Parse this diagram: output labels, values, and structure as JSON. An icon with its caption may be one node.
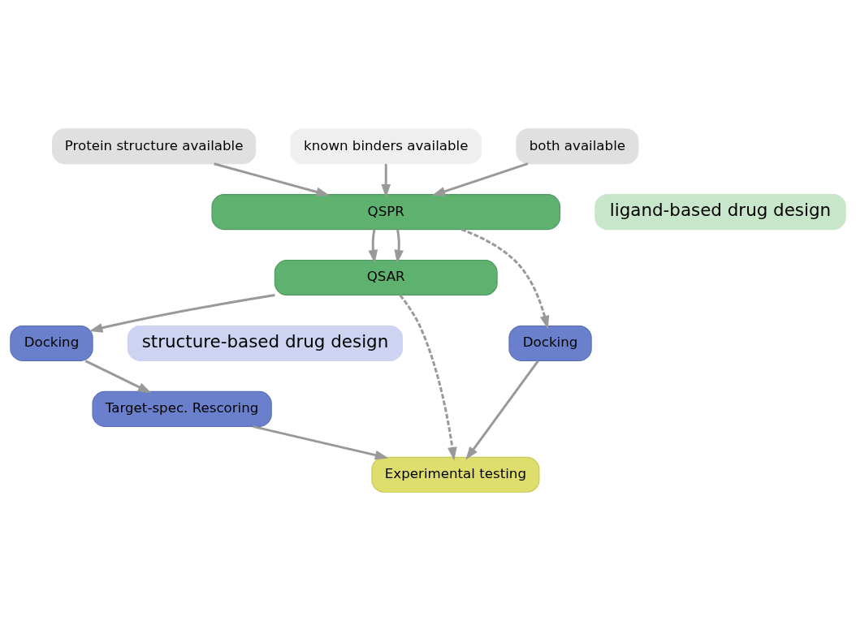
{
  "diagram": {
    "nodes": [
      {
        "text": [
          "Protein structure available"
        ]
      },
      {
        "text": [
          "known binders available"
        ]
      },
      {
        "text": [
          "both available"
        ]
      },
      {
        "text": [
          "ligand-based drug design"
        ]
      },
      {
        "text": [
          "structure-based drug design"
        ]
      },
      {
        "text": [
          "QSPR"
        ]
      },
      {
        "text": [
          "QSAR"
        ]
      },
      {
        "text": [
          "Docking"
        ]
      },
      {
        "text": [
          "Docking"
        ]
      },
      {
        "text": [
          "Target-spec. Rescoring"
        ]
      },
      {
        "text": [
          "Experimental testing"
        ]
      }
    ],
    "edges": [
      {
        "from": 0,
        "to": 5,
        "arrow": "to"
      },
      {
        "from": 1,
        "to": 5,
        "arrow": "to"
      },
      {
        "from": 2,
        "to": 5,
        "arrow": "to"
      },
      {
        "from": 5,
        "to": 7,
        "arrow": "to",
        "style": "dashed"
      },
      {
        "from": 5,
        "to": 6,
        "arrow": "to"
      },
      {
        "from": 5,
        "to": 6,
        "arrow": "to"
      },
      {
        "from": 6,
        "to": 10,
        "arrow": "to",
        "style": "dashed"
      },
      {
        "from": 6,
        "to": 8,
        "arrow": "to"
      },
      {
        "from": 8,
        "to": 9,
        "arrow": "to"
      },
      {
        "from": 7,
        "to": 10,
        "arrow": "to"
      },
      {
        "from": 9,
        "to": 10,
        "arrow": "to"
      }
    ]
  }
}
